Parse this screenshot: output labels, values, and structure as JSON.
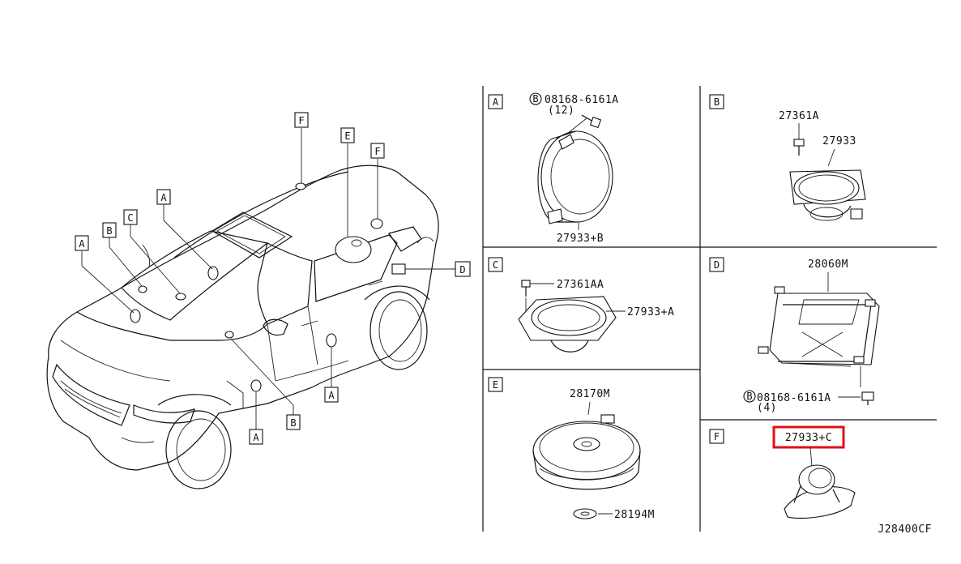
{
  "diagram_code": "J28400CF",
  "callouts": {
    "car": {
      "f_roof": "F",
      "e_rear": "E",
      "f_rear": "F",
      "a_upper": "A",
      "c_dash": "C",
      "b_dash": "B",
      "a_left": "A",
      "d_rear": "D",
      "a_door": "A",
      "b_low": "B",
      "a_low": "A"
    }
  },
  "panels": {
    "A": {
      "letter": "A",
      "bolt_symbol": "B",
      "bolt_part": "08168-6161A",
      "bolt_qty": "(12)",
      "part": "27933+B"
    },
    "B": {
      "letter": "B",
      "screw_part": "27361A",
      "part": "27933"
    },
    "C": {
      "letter": "C",
      "screw_part": "27361AA",
      "part": "27933+A"
    },
    "D": {
      "letter": "D",
      "part": "28060M",
      "bolt_symbol": "B",
      "bolt_part": "08168-6161A",
      "bolt_qty": "(4)"
    },
    "E": {
      "letter": "E",
      "part": "28170M",
      "spacer_part": "28194M"
    },
    "F": {
      "letter": "F",
      "part": "27933+C"
    }
  }
}
